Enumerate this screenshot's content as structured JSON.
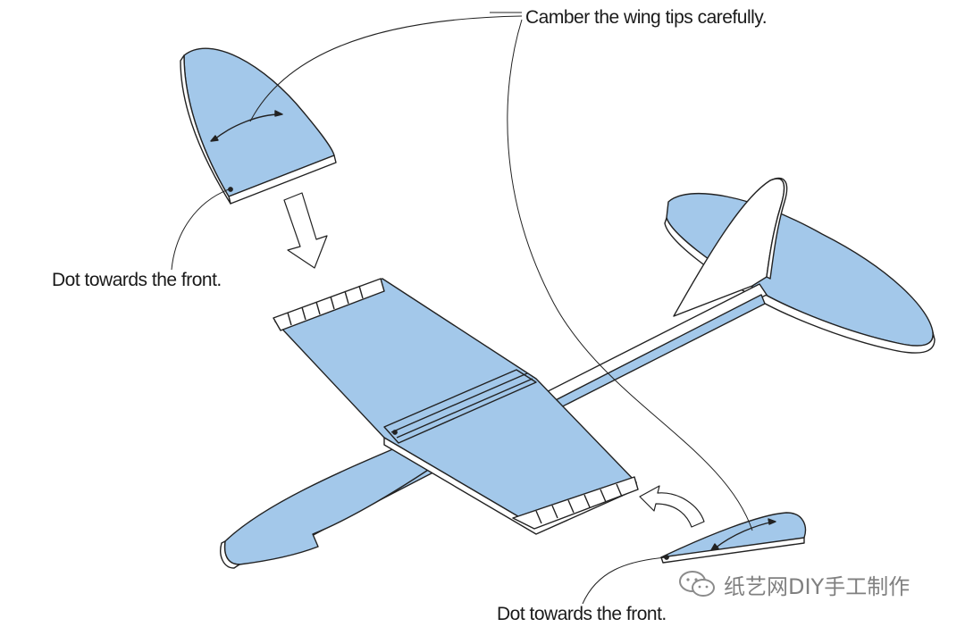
{
  "callouts": {
    "camber": "Camber the wing tips carefully.",
    "dot_front_left": "Dot towards the front.",
    "dot_front_bottom": "Dot towards the front."
  },
  "watermark": {
    "icon": "wechat-icon",
    "text": "纸艺网DIY手工制作"
  },
  "colors": {
    "surface": "#a3c8ea",
    "outline": "#222222",
    "balsa_edge": "#ffffff"
  }
}
